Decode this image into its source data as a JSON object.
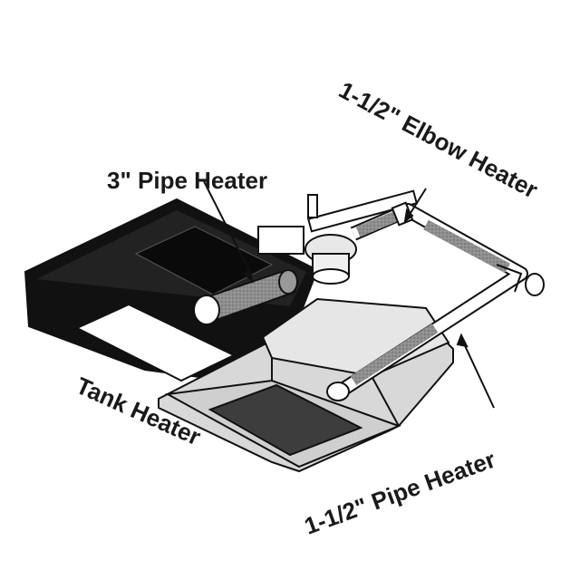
{
  "labels": {
    "pipe3": "3\" Pipe Heater",
    "elbow": "1-1/2\" Elbow Heater",
    "tank": "Tank Heater",
    "pipe15": "1-1/2\" Pipe Heater"
  },
  "colors": {
    "ink": "#1a1a1a",
    "tank_fill": "#d6d6d6",
    "heater_pad": "#3a3a3a",
    "pipe": "#8a8a8a"
  }
}
